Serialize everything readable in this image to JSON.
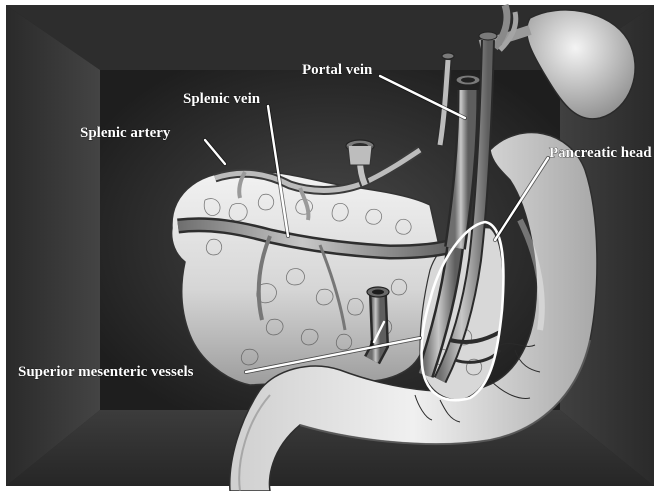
{
  "labels": {
    "portal_vein": "Portal vein",
    "splenic_vein": "Splenic vein",
    "splenic_artery": "Splenic artery",
    "pancreatic_head": "Pancreatic head",
    "superior_mesenteric_vessels": "Superior mesenteric vessels"
  },
  "colors": {
    "background": "#262626",
    "label_text": "#ffffff",
    "leader_line": "#ffffff"
  }
}
